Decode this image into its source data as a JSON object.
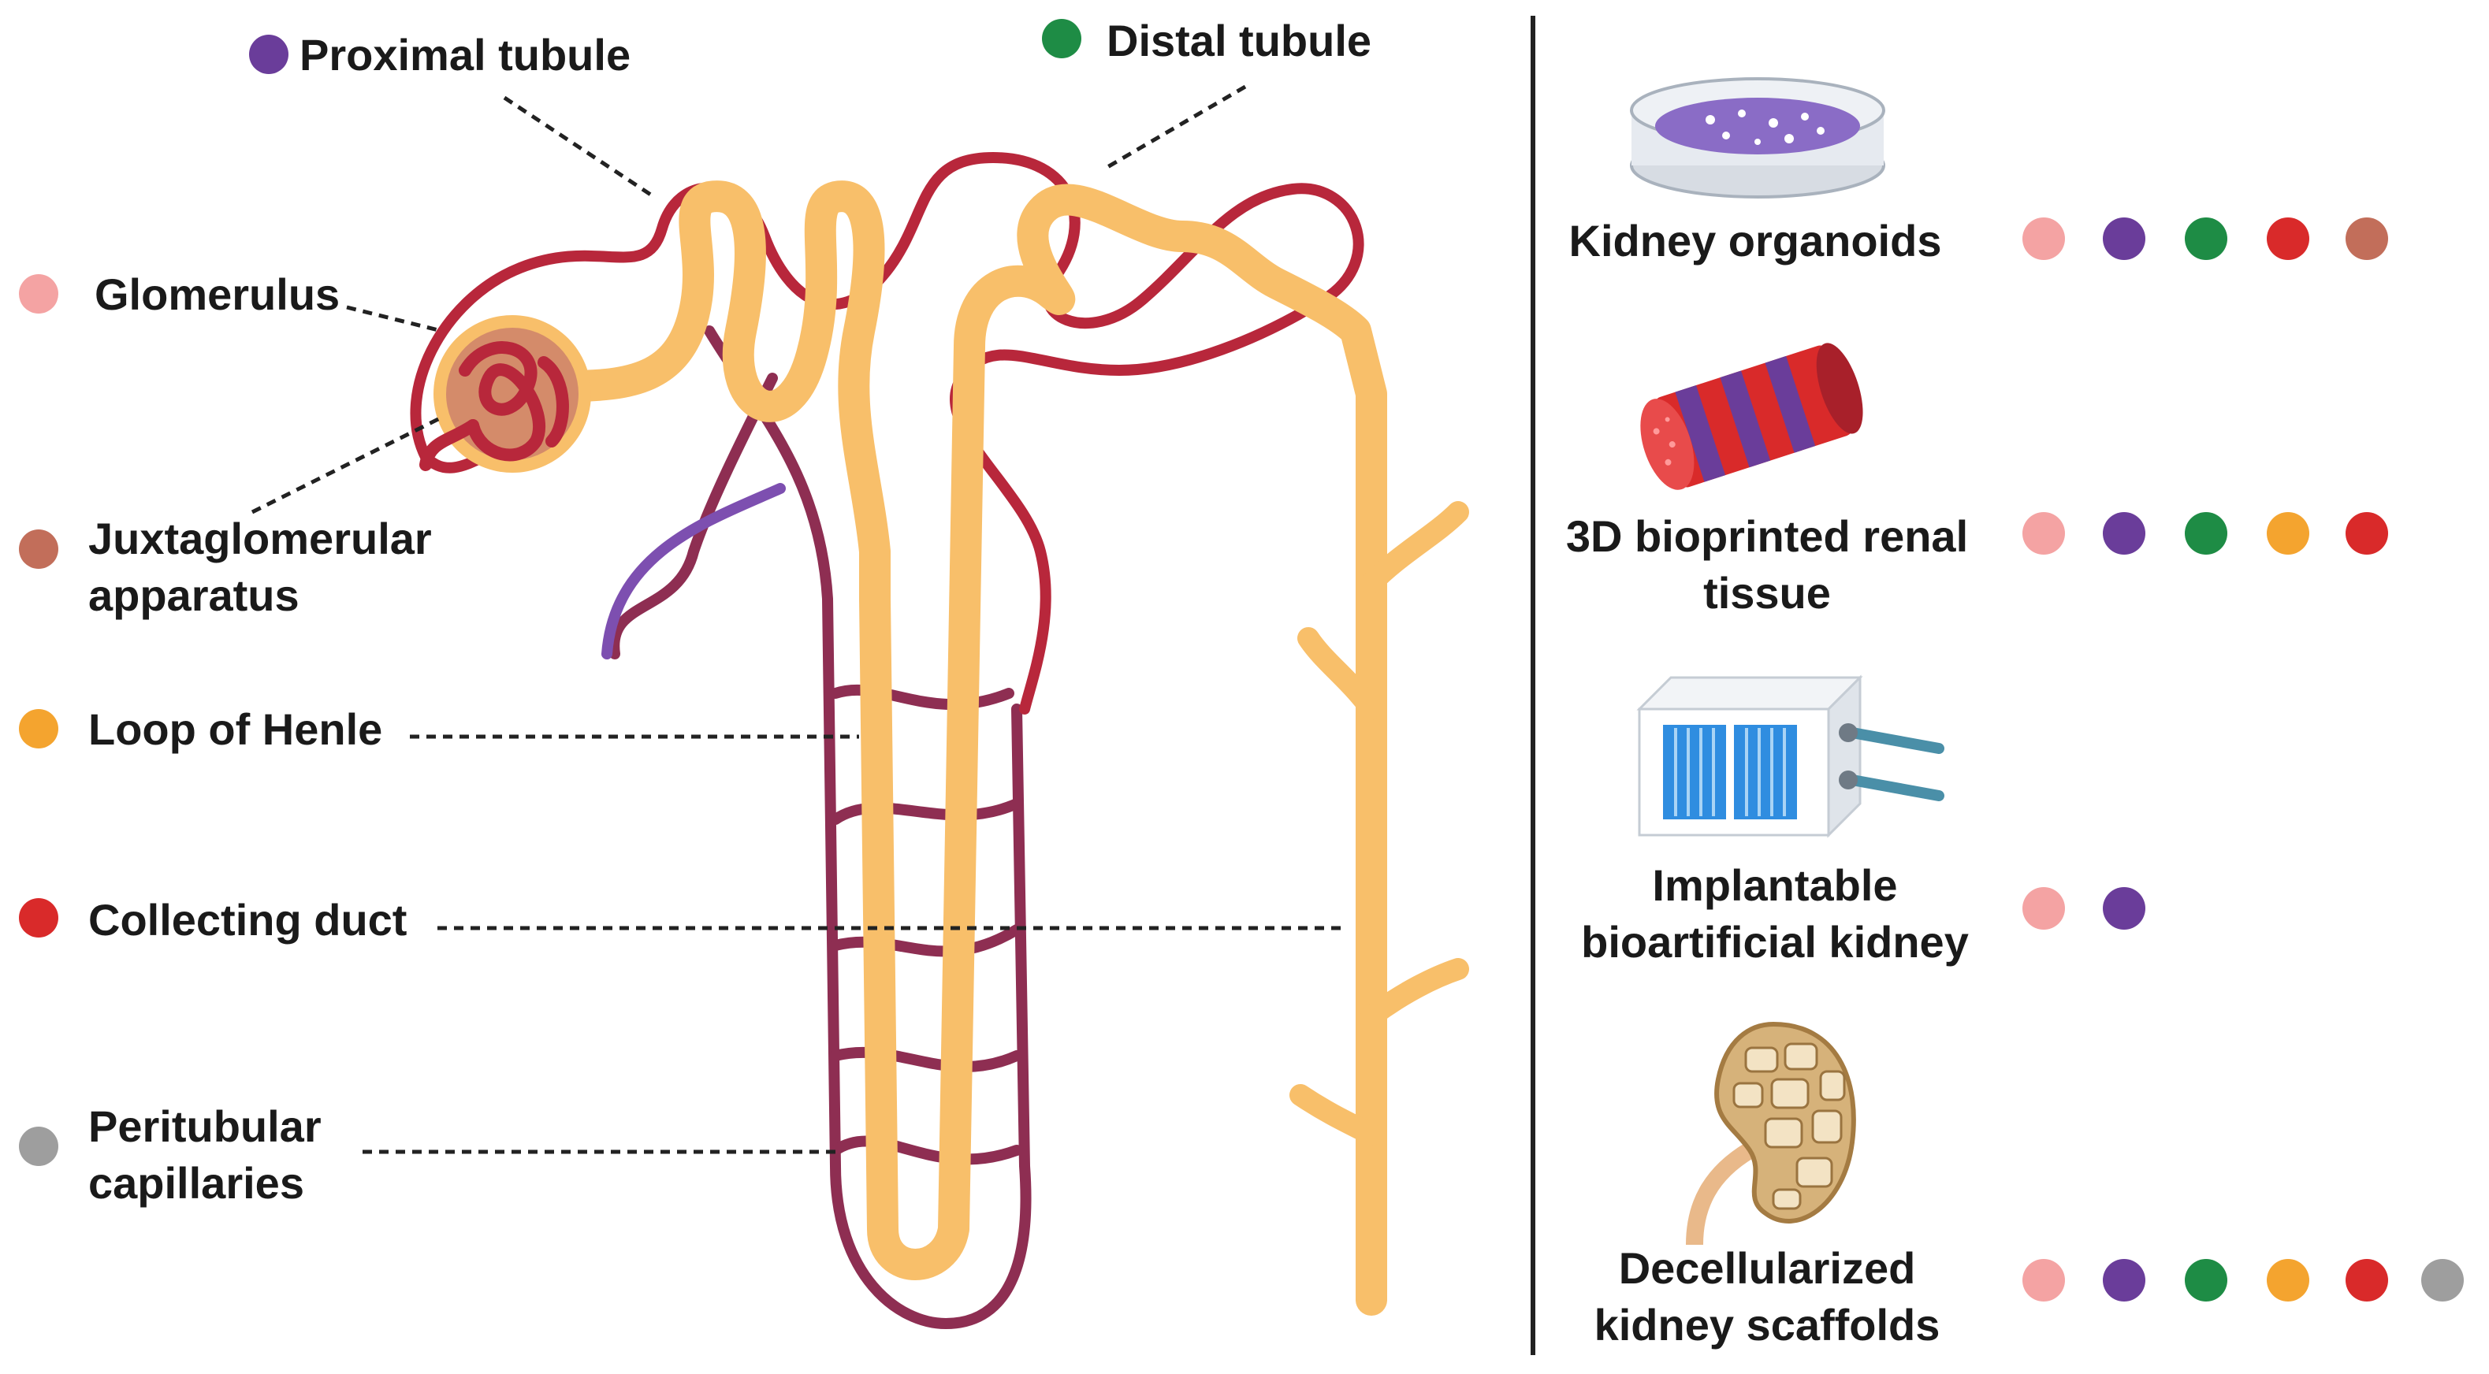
{
  "colors": {
    "glomerulus": "#f4a3a3",
    "proximal": "#6a3d9a",
    "distal": "#1e8c45",
    "juxta": "#c26e5a",
    "henle": "#f4a42f",
    "collecting": "#d92a2a",
    "peritubular": "#9e9e9e",
    "tubule": "#f8bf6a",
    "vessel": "#b8273b"
  },
  "labels": {
    "proximal": "Proximal tubule",
    "distal": "Distal tubule",
    "glomerulus": "Glomerulus",
    "juxta_line1": "Juxtaglomerular",
    "juxta_line2": "apparatus",
    "henle": "Loop of Henle",
    "collecting": "Collecting duct",
    "peri_line1": "Peritubular",
    "peri_line2": "capillaries"
  },
  "models": [
    {
      "icon": "petri-dish-icon",
      "line1": "Kidney organoids",
      "line2": "",
      "components": [
        "glomerulus",
        "proximal",
        "distal",
        "collecting",
        "juxta"
      ]
    },
    {
      "icon": "bioprinted-tissue-icon",
      "line1": "3D bioprinted renal",
      "line2": "tissue",
      "components": [
        "glomerulus",
        "proximal",
        "distal",
        "henle",
        "collecting"
      ]
    },
    {
      "icon": "bioartificial-device-icon",
      "line1": "Implantable",
      "line2": "bioartificial kidney",
      "components": [
        "glomerulus",
        "proximal"
      ]
    },
    {
      "icon": "kidney-scaffold-icon",
      "line1": "Decellularized",
      "line2": "kidney scaffolds",
      "components": [
        "glomerulus",
        "proximal",
        "distal",
        "henle",
        "collecting",
        "peritubular"
      ]
    }
  ]
}
